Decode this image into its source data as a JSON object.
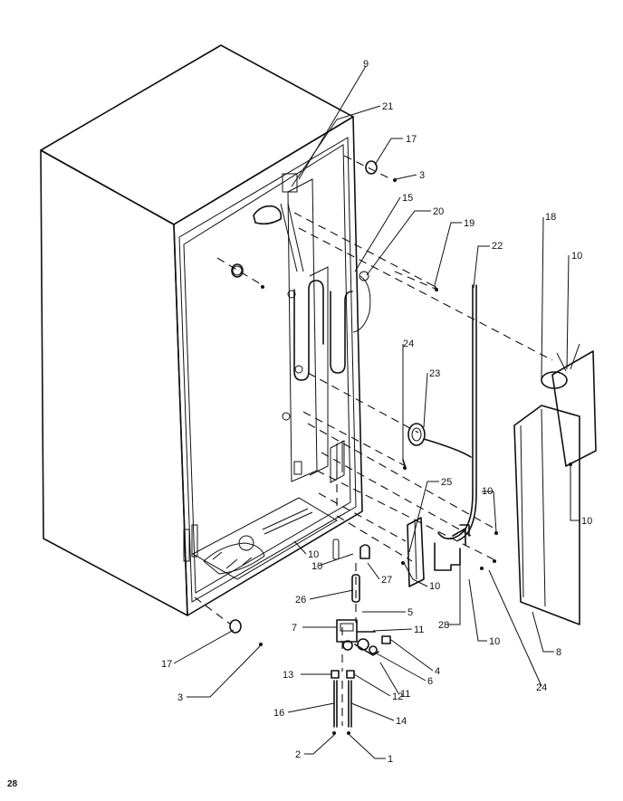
{
  "page_number": "28",
  "callouts": [
    {
      "id": "c9",
      "text": "9"
    },
    {
      "id": "c21",
      "text": "21"
    },
    {
      "id": "c17a",
      "text": "17"
    },
    {
      "id": "c3a",
      "text": "3"
    },
    {
      "id": "c15",
      "text": "15"
    },
    {
      "id": "c20",
      "text": "20"
    },
    {
      "id": "c19",
      "text": "19"
    },
    {
      "id": "c18",
      "text": "18"
    },
    {
      "id": "c22",
      "text": "22"
    },
    {
      "id": "c10a",
      "text": "10"
    },
    {
      "id": "c24a",
      "text": "24"
    },
    {
      "id": "c23",
      "text": "23"
    },
    {
      "id": "c10b",
      "text": "10"
    },
    {
      "id": "c25",
      "text": "25"
    },
    {
      "id": "c10c",
      "text": "10"
    },
    {
      "id": "c10d",
      "text": "10"
    },
    {
      "id": "c10e",
      "text": "10"
    },
    {
      "id": "c27",
      "text": "27"
    },
    {
      "id": "c10f",
      "text": "10"
    },
    {
      "id": "c26",
      "text": "26"
    },
    {
      "id": "c5",
      "text": "5"
    },
    {
      "id": "c7",
      "text": "7"
    },
    {
      "id": "c11a",
      "text": "11"
    },
    {
      "id": "c28",
      "text": "28"
    },
    {
      "id": "c10g",
      "text": "10"
    },
    {
      "id": "c4",
      "text": "4"
    },
    {
      "id": "c6",
      "text": "6"
    },
    {
      "id": "c24b",
      "text": "24"
    },
    {
      "id": "c8",
      "text": "8"
    },
    {
      "id": "c17b",
      "text": "17"
    },
    {
      "id": "c13",
      "text": "13"
    },
    {
      "id": "c12",
      "text": "12"
    },
    {
      "id": "c11b",
      "text": "11"
    },
    {
      "id": "c3b",
      "text": "3"
    },
    {
      "id": "c16",
      "text": "16"
    },
    {
      "id": "c14",
      "text": "14"
    },
    {
      "id": "c2",
      "text": "2"
    },
    {
      "id": "c1",
      "text": "1"
    }
  ]
}
